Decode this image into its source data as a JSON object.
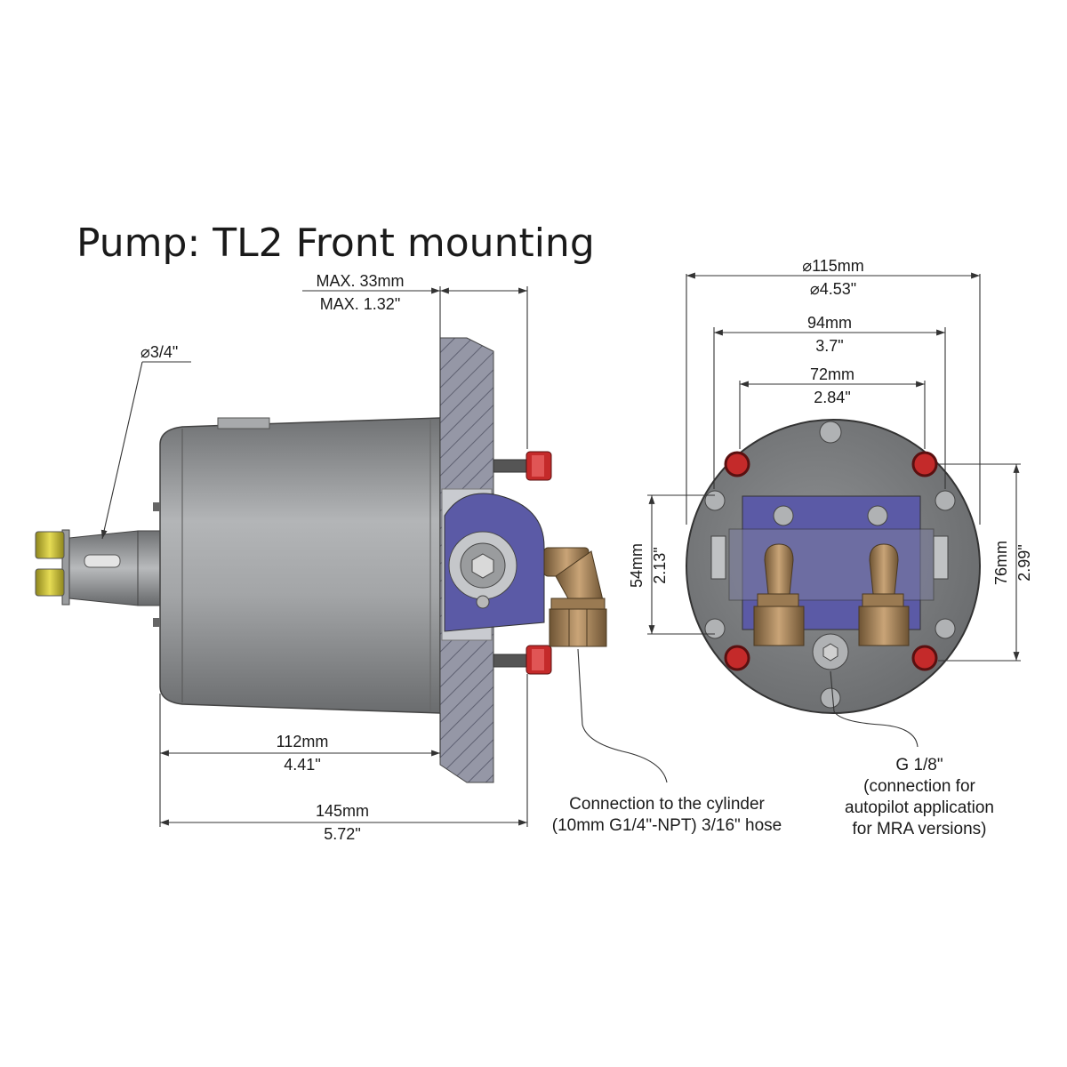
{
  "title": "Pump: TL2 Front mounting",
  "side_view": {
    "shaft_diameter": "⌀3/4\"",
    "panel_max_mm": "MAX. 33mm",
    "panel_max_in": "MAX. 1.32\"",
    "body_length_mm": "112mm",
    "body_length_in": "4.41\"",
    "overall_length_mm": "145mm",
    "overall_length_in": "5.72\"",
    "cylinder_note_line1": "Connection to the cylinder",
    "cylinder_note_line2": "(10mm G1/4\"-NPT) 3/16\" hose"
  },
  "front_view": {
    "outer_diameter_mm": "⌀115mm",
    "outer_diameter_in": "⌀4.53\"",
    "width_94_mm": "94mm",
    "width_94_in": "3.7\"",
    "width_72_mm": "72mm",
    "width_72_in": "2.84\"",
    "height_54_mm": "54mm",
    "height_54_in": "2.13\"",
    "height_76_mm": "76mm",
    "height_76_in": "2.99\"",
    "port_note_line1": "G 1/8\"",
    "port_note_line2": "(connection for",
    "port_note_line3": "autopilot application",
    "port_note_line4": "for MRA versions)"
  },
  "colors": {
    "body_gray": "#9a9c9e",
    "manifold_blue": "#5b5aa6",
    "fitting_bronze": "#9a7a52",
    "cap_red": "#c42a2a",
    "nut_yellow": "#d6c93a",
    "panel_hatch": "#8f91a0"
  }
}
